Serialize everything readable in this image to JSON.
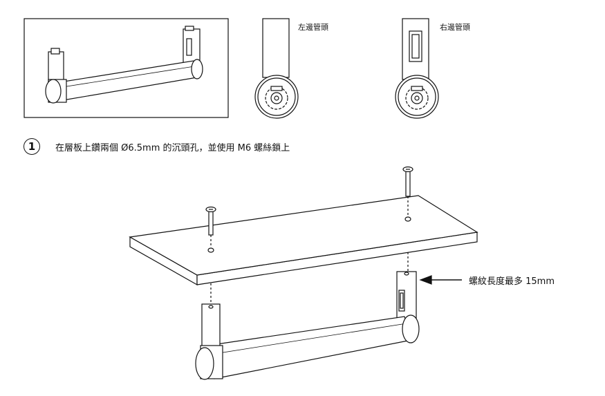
{
  "labels": {
    "left_head": "左邊管頭",
    "right_head": "右邊管頭"
  },
  "step": {
    "number": "1",
    "text": "在層板上鑽兩個 Ø6.5mm 的沉頭孔，並使用 M6 螺絲鎖上"
  },
  "note": "螺紋長度最多 15mm"
}
